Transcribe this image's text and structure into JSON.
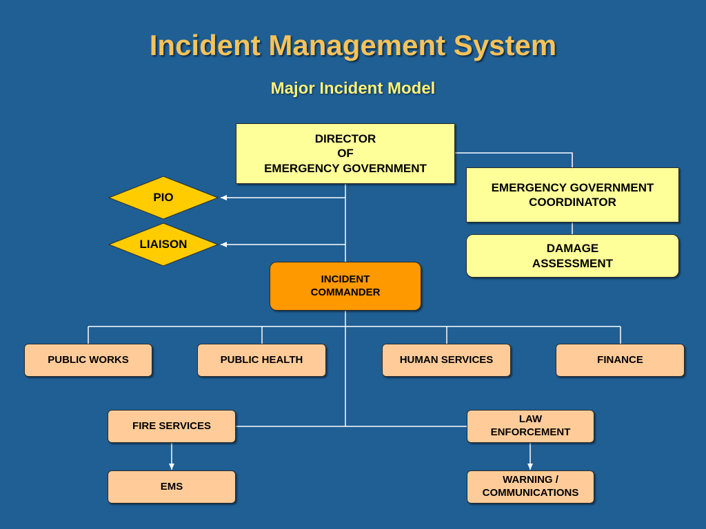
{
  "title": "Incident Management System",
  "subtitle": "Major Incident Model",
  "director": {
    "line1": "DIRECTOR",
    "line2": "OF",
    "line3": "EMERGENCY GOVERNMENT"
  },
  "coordinator": {
    "line1": "EMERGENCY GOVERNMENT",
    "line2": "COORDINATOR"
  },
  "damage": {
    "line1": "DAMAGE",
    "line2": "ASSESSMENT"
  },
  "pio": "PIO",
  "liaison": "LIAISON",
  "commander": {
    "line1": "INCIDENT",
    "line2": "COMMANDER"
  },
  "departments": {
    "public_works": "PUBLIC WORKS",
    "public_health": "PUBLIC HEALTH",
    "human_services": "HUMAN SERVICES",
    "finance": "FINANCE"
  },
  "fire_services": "FIRE SERVICES",
  "ems": "EMS",
  "law": {
    "line1": "LAW",
    "line2": "ENFORCEMENT"
  },
  "warning": {
    "line1": "WARNING /",
    "line2": "COMMUNICATIONS"
  },
  "colors": {
    "background": "#1f5f94",
    "title": "#f6c25a",
    "subtitle": "#fff27a",
    "yellow_box": "#ffff99",
    "diamond": "#ffcc00",
    "commander": "#ff9900",
    "peach_box": "#ffcc99",
    "connector": "#ffffff"
  }
}
